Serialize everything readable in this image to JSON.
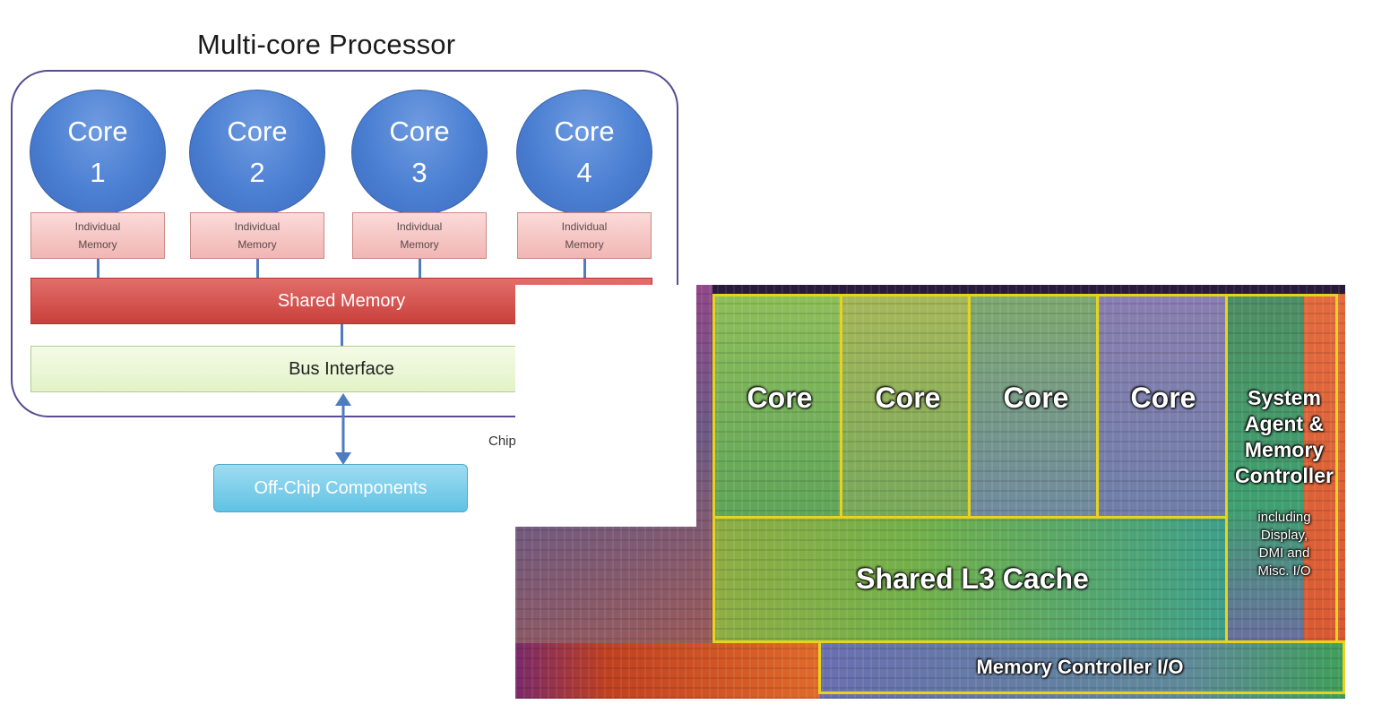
{
  "diagram": {
    "title": "Multi-core Processor",
    "chip_boundary_label": "Chip Boundary",
    "cores": [
      {
        "word": "Core",
        "number": "1",
        "memory_line1": "Individual",
        "memory_line2": "Memory"
      },
      {
        "word": "Core",
        "number": "2",
        "memory_line1": "Individual",
        "memory_line2": "Memory"
      },
      {
        "word": "Core",
        "number": "3",
        "memory_line1": "Individual",
        "memory_line2": "Memory"
      },
      {
        "word": "Core",
        "number": "4",
        "memory_line1": "Individual",
        "memory_line2": "Memory"
      }
    ],
    "shared_memory": "Shared Memory",
    "bus_interface": "Bus Interface",
    "off_chip": "Off-Chip Components"
  },
  "die_photo": {
    "cores": [
      "Core",
      "Core",
      "Core",
      "Core"
    ],
    "system_agent": [
      "System",
      "Agent &",
      "Memory",
      "Controller"
    ],
    "system_agent_note": [
      "including",
      "Display,",
      "DMI and",
      "Misc. I/O"
    ],
    "l3_cache": "Shared L3 Cache",
    "memory_io": "Memory Controller I/O",
    "colors": {
      "outline": "#e7d21f",
      "core1": "#6fae4a",
      "core2": "#87b04a",
      "core3": "#6e9a7a",
      "core4": "#7d7aa8",
      "cache": "#7fae45",
      "agent": "#4fa36a",
      "edge": "#e0623a"
    }
  }
}
